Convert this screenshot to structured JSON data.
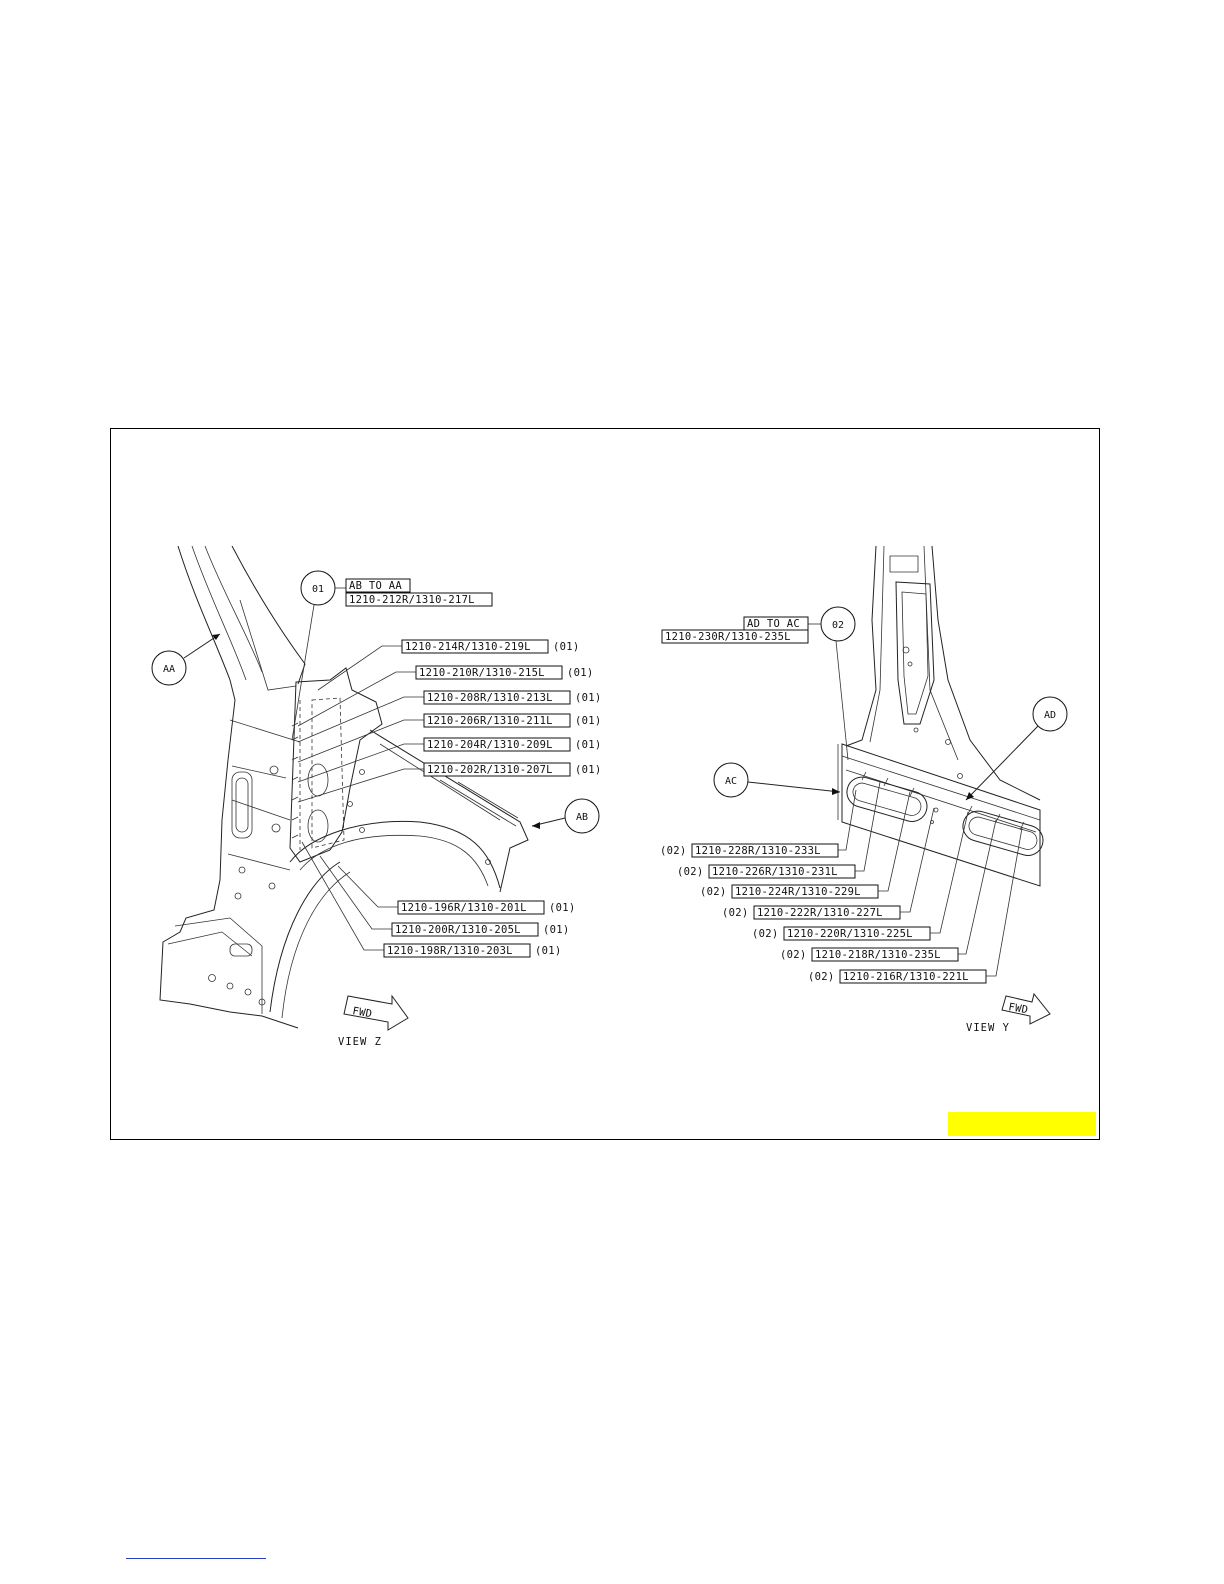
{
  "view_z": {
    "caption": "VIEW Z",
    "fwd": "FWD",
    "callouts": {
      "aa": "AA",
      "ab": "AB",
      "group": "01"
    },
    "group_header": {
      "title": "AB TO AA",
      "part": "1210-212R/1310-217L"
    },
    "qty": "(01)",
    "labels": [
      "1210-214R/1310-219L",
      "1210-210R/1310-215L",
      "1210-208R/1310-213L",
      "1210-206R/1310-211L",
      "1210-204R/1310-209L",
      "1210-202R/1310-207L",
      "1210-196R/1310-201L",
      "1210-200R/1310-205L",
      "1210-198R/1310-203L"
    ]
  },
  "view_y": {
    "caption": "VIEW Y",
    "fwd": "FWD",
    "callouts": {
      "ac": "AC",
      "ad": "AD",
      "group": "02"
    },
    "group_header": {
      "title": "AD TO AC",
      "part": "1210-230R/1310-235L"
    },
    "qty": "(02)",
    "labels": [
      "1210-228R/1310-233L",
      "1210-226R/1310-231L",
      "1210-224R/1310-229L",
      "1210-222R/1310-227L",
      "1210-220R/1310-225L",
      "1210-218R/1310-235L",
      "1210-216R/1310-221L"
    ]
  },
  "colors": {
    "highlight": "#ffff00",
    "line": "#222222",
    "link": "#2a3fbf"
  }
}
